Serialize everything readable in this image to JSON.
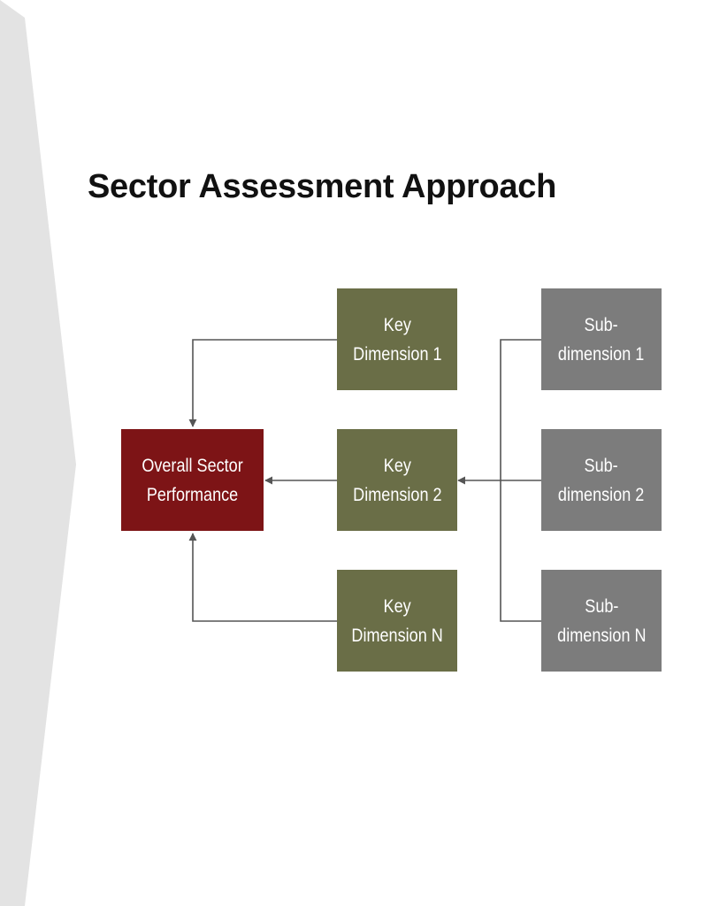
{
  "title": "Sector Assessment Approach",
  "colors": {
    "overall": "#7d1416",
    "key": "#6a6e47",
    "sub": "#7c7c7c",
    "connector": "#555555",
    "chevron": "#e3e3e3"
  },
  "diagram": {
    "overall": {
      "line1": "Overall Sector",
      "line2": "Performance"
    },
    "key_dimensions": [
      {
        "line1": "Key",
        "line2": "Dimension 1"
      },
      {
        "line1": "Key",
        "line2": "Dimension 2"
      },
      {
        "line1": "Key",
        "line2": "Dimension N"
      }
    ],
    "sub_dimensions": [
      {
        "line1": "Sub-",
        "line2": "dimension 1"
      },
      {
        "line1": "Sub-",
        "line2": "dimension 2"
      },
      {
        "line1": "Sub-",
        "line2": "dimension N"
      }
    ]
  }
}
